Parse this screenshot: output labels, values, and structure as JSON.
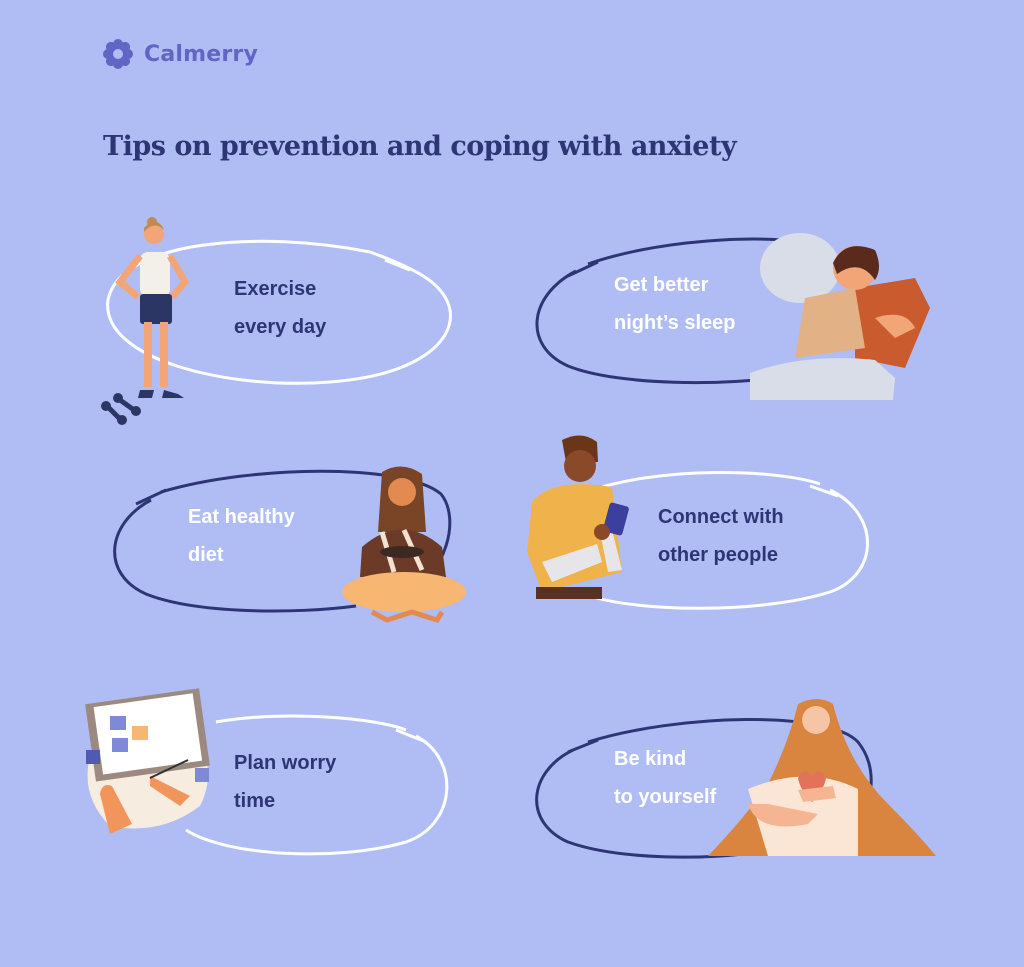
{
  "brand": {
    "name": "Calmerry",
    "logo_icon": "flower-icon",
    "color": "#6166c5"
  },
  "heading": {
    "title": "Tips on prevention and coping with anxiety"
  },
  "colors": {
    "background": "#b0bdf5",
    "dark_text": "#2e3575",
    "light_text": "#ffffff",
    "dark_ring": "#2e3575",
    "light_ring": "#ffffff"
  },
  "tips": [
    {
      "line1": "Exercise",
      "line2": "every day",
      "illustration": "woman-exercising-with-dumbbells",
      "ring": "white",
      "text_color": "dark"
    },
    {
      "line1": "Get better",
      "line2": "night’s sleep",
      "illustration": "woman-sleeping-hugging-pillow",
      "ring": "navy",
      "text_color": "light"
    },
    {
      "line1": "Eat healthy",
      "line2": "diet",
      "illustration": "woman-eating-sitting-crosslegged",
      "ring": "navy",
      "text_color": "light"
    },
    {
      "line1": "Connect with",
      "line2": "other people",
      "illustration": "man-in-hoodie-with-phone",
      "ring": "white",
      "text_color": "dark"
    },
    {
      "line1": "Plan worry",
      "line2": "time",
      "illustration": "hands-writing-in-planner",
      "ring": "white",
      "text_color": "dark"
    },
    {
      "line1": "Be kind",
      "line2": "to yourself",
      "illustration": "woman-holding-heart",
      "ring": "navy",
      "text_color": "light"
    }
  ]
}
